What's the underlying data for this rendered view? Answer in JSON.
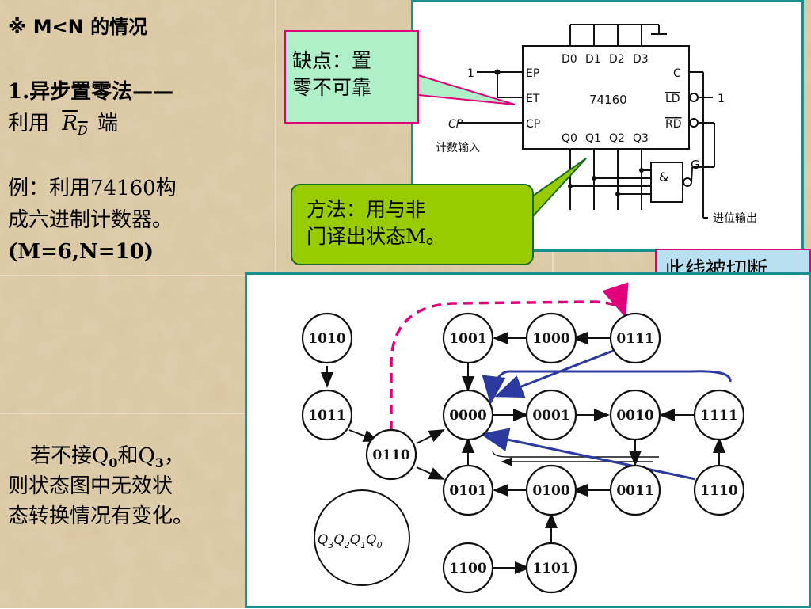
{
  "left": {
    "title": "※ M<N 的情况",
    "method_line1": "1.异步置零法——",
    "method_line2_prefix": "利用",
    "method_line2_symbol": "R",
    "method_line2_symbol_sub": "D",
    "method_line2_suffix": "端",
    "example_line1": "例：利用74160构",
    "example_line2": "成六进制计数器。",
    "example_line3": "(M=6,N=10)",
    "note_line1_a": "若不接Q",
    "note_line1_sub1": "0",
    "note_line1_b": "和Q",
    "note_line1_sub2": "3",
    "note_line1_c": "，",
    "note_line2": "则状态图中无效状",
    "note_line3": "态转换情况有变化。"
  },
  "callouts": {
    "drawback": [
      "缺点：置",
      "零不可靠"
    ],
    "method": [
      "方法：用与非",
      "门译出状态M。"
    ],
    "cut": "此线被切断"
  },
  "circuit": {
    "chip": "74160",
    "pins_top": [
      "D0",
      "D1",
      "D2",
      "D3"
    ],
    "pins_bottom": [
      "Q0",
      "Q1",
      "Q2",
      "Q3"
    ],
    "pins_left": [
      "EP",
      "ET",
      "CP"
    ],
    "pins_right": [
      "C",
      "LD",
      "RD"
    ],
    "input_ep": "1",
    "input_ld": "1",
    "cp_label": "CP",
    "cp_caption": "计数输入",
    "gate_symbol": "&",
    "gate_label": "G",
    "carry_label": "进位输出"
  },
  "state_diagram": {
    "states": [
      "1010",
      "1001",
      "1000",
      "0111",
      "1011",
      "0000",
      "0001",
      "0010",
      "1111",
      "0110",
      "0101",
      "0100",
      "0011",
      "1110",
      "1100",
      "1101"
    ],
    "legend": "Q3Q2Q1Q0",
    "legend_parts": [
      "Q",
      "3",
      "Q",
      "2",
      "Q",
      "1",
      "Q",
      "0"
    ]
  },
  "colors": {
    "callout_green": "#aef0c8",
    "callout_lime": "#99cc00",
    "callout_blue": "#b8e0f0",
    "callout_border": "#e0007a",
    "panel_border": "#1a8f8f",
    "dashed_arrow": "#e0007a",
    "blue_arrow": "#2c3aa0"
  }
}
